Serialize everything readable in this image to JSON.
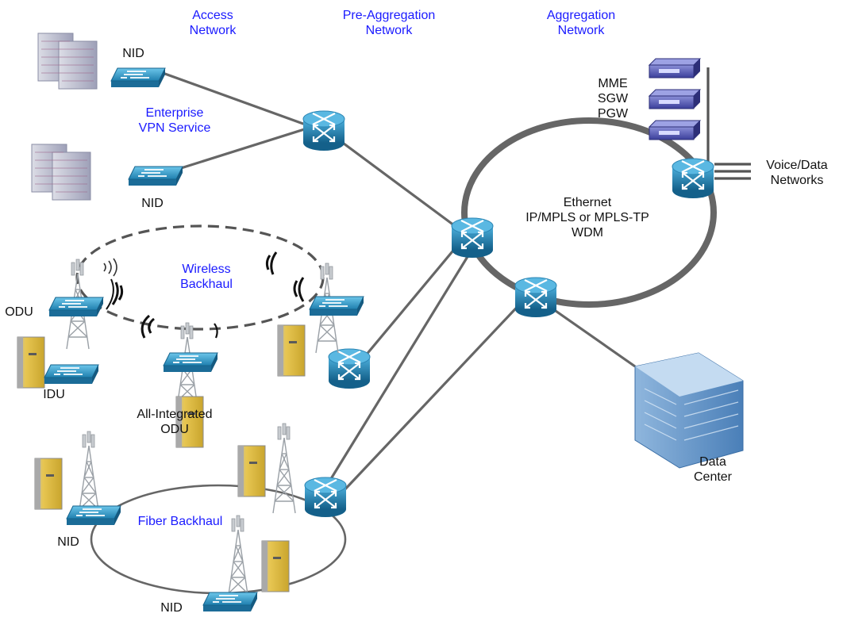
{
  "headers": {
    "access": [
      "Access",
      "Network"
    ],
    "pre_aggregation": [
      "Pre-Aggregation",
      "Network"
    ],
    "aggregation": [
      "Aggregation",
      "Network"
    ]
  },
  "labels": {
    "nid": "NID",
    "enterprise": [
      "Enterprise",
      "VPN Service"
    ],
    "wireless": [
      "Wireless",
      "Backhaul"
    ],
    "odu": "ODU",
    "idu": "IDU",
    "all_integrated": [
      "All-Integrated",
      "ODU"
    ],
    "fiber": "Fiber Backhaul",
    "core_gw": [
      "MME",
      "SGW",
      "PGW"
    ],
    "voice_data": [
      "Voice/Data",
      "Networks"
    ],
    "ring": [
      "Ethernet",
      "IP/MPLS or MPLS-TP",
      "WDM"
    ],
    "datacenter": [
      "Data",
      "Center"
    ]
  },
  "colors": {
    "header_text": "#1a1aff",
    "router": "#1c7fb0",
    "switch": "#2a98c6",
    "link": "#666666",
    "tower_cabinet": "#e2c04a"
  },
  "icons": [
    "building-icon",
    "switch-icon",
    "router-icon",
    "tower-icon",
    "cabinet-icon",
    "gateway-server-icon",
    "datacenter-icon",
    "wireless-signal-icon"
  ]
}
